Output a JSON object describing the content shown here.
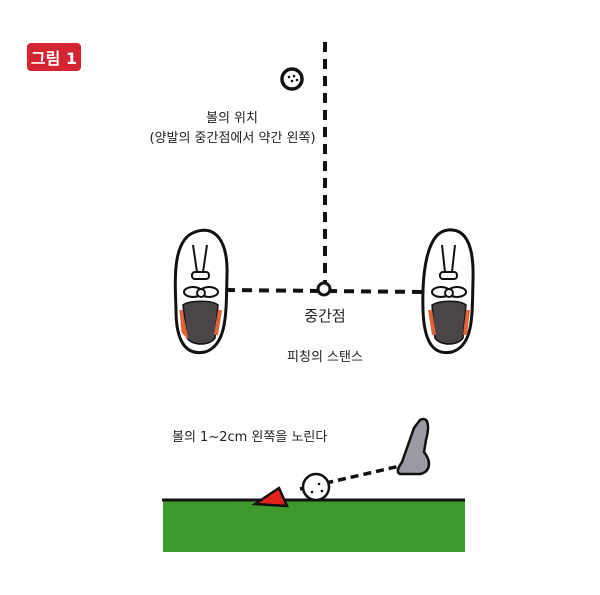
{
  "badge": "그림 1",
  "labels": {
    "ball_position": "볼의 위치",
    "ball_position_note": "(양발의 중간점에서 약간 왼쪽)",
    "midpoint": "중간점",
    "stance": "피칭의 스탠스",
    "aim": "볼의 1~2cm 왼쪽을 노린다"
  },
  "colors": {
    "badge": "#d32432",
    "grass": "#3e9a2c",
    "target": "#e0241b",
    "club": "#9a9aa4"
  }
}
